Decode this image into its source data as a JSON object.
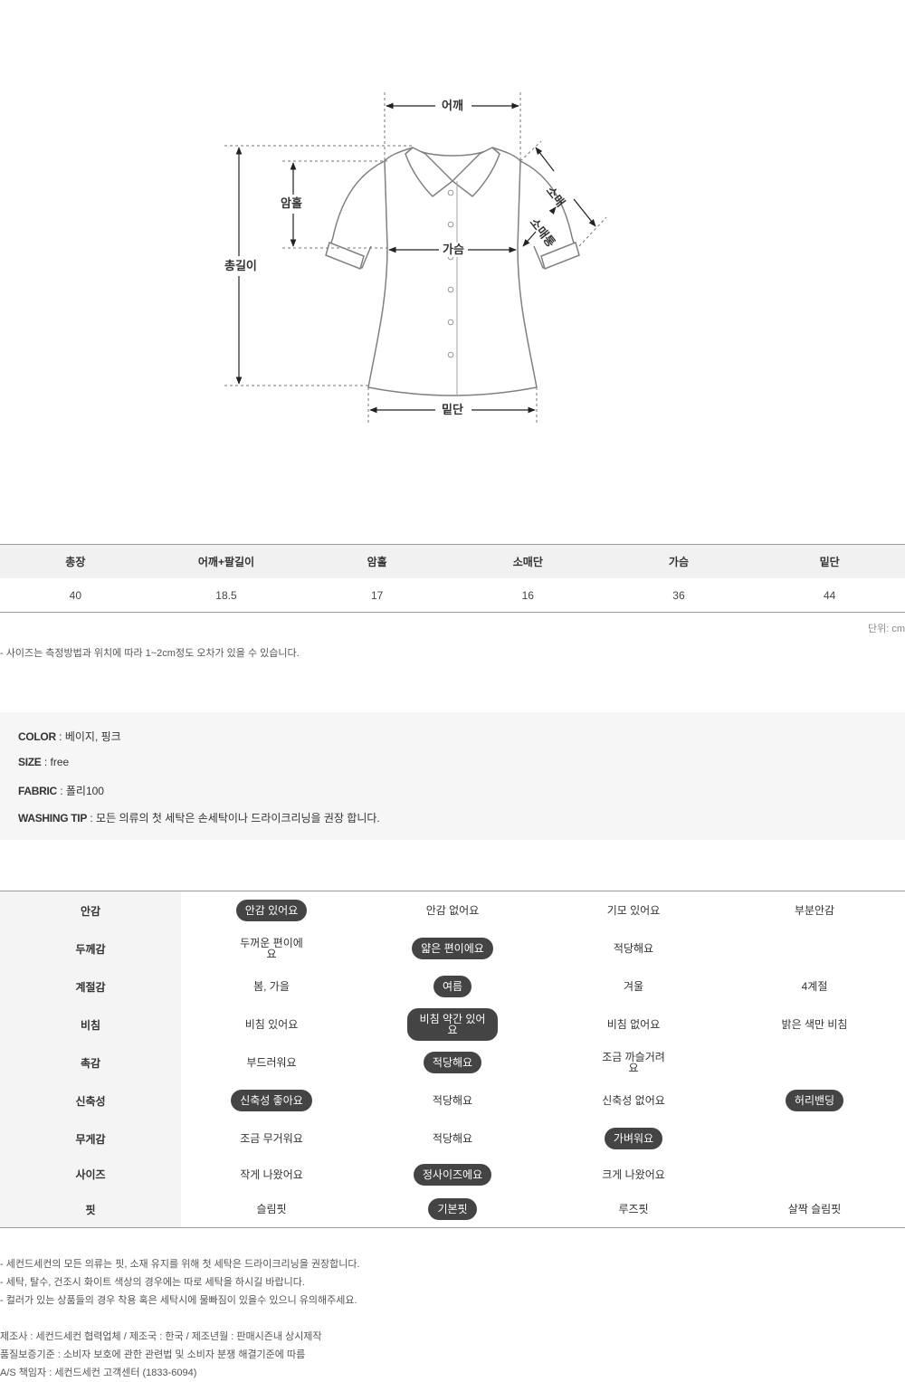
{
  "diagram": {
    "labels": {
      "shoulder": "어깨",
      "sleeve": "소매",
      "sleeve_width": "소매통",
      "armhole": "암홀",
      "chest": "가슴",
      "total_length": "총길이",
      "hem": "밑단"
    }
  },
  "size_table": {
    "headers": [
      "총장",
      "어깨+팔길이",
      "암홀",
      "소매단",
      "가슴",
      "밑단"
    ],
    "values": [
      "40",
      "18.5",
      "17",
      "16",
      "36",
      "44"
    ],
    "unit": "단위: cm",
    "note": "- 사이즈는 측정방법과 위치에 따라 1~2cm정도 오차가 있을 수 있습니다."
  },
  "info": {
    "color_key": "COLOR",
    "color_value": " : 베이지, 핑크",
    "size_key": "SIZE",
    "size_value": " : free",
    "fabric_key": "FABRIC",
    "fabric_value": " : 폴리100",
    "washing_key": "WASHING TIP",
    "washing_value": " : 모든 의류의 첫 세탁은 손세탁이나 드라이크리닝을 권장 합니다."
  },
  "properties": [
    {
      "label": "안감",
      "options": [
        {
          "text": "안감 있어요",
          "selected": true
        },
        {
          "text": "안감 없어요",
          "selected": false
        },
        {
          "text": "기모 있어요",
          "selected": false
        },
        {
          "text": "부분안감",
          "selected": false
        }
      ]
    },
    {
      "label": "두께감",
      "options": [
        {
          "text": "두꺼운 편이에요",
          "selected": false
        },
        {
          "text": "얇은 편이에요",
          "selected": true
        },
        {
          "text": "적당해요",
          "selected": false
        },
        {
          "text": "",
          "selected": false
        }
      ]
    },
    {
      "label": "계절감",
      "options": [
        {
          "text": "봄, 가을",
          "selected": false
        },
        {
          "text": "여름",
          "selected": true
        },
        {
          "text": "겨울",
          "selected": false
        },
        {
          "text": "4계절",
          "selected": false
        }
      ]
    },
    {
      "label": "비침",
      "options": [
        {
          "text": "비침 있어요",
          "selected": false
        },
        {
          "text": "비침 약간 있어요",
          "selected": true
        },
        {
          "text": "비침 없어요",
          "selected": false
        },
        {
          "text": "밝은 색만 비침",
          "selected": false
        }
      ]
    },
    {
      "label": "촉감",
      "options": [
        {
          "text": "부드러워요",
          "selected": false
        },
        {
          "text": "적당해요",
          "selected": true
        },
        {
          "text": "조금 까슬거려요",
          "selected": false
        },
        {
          "text": "",
          "selected": false
        }
      ]
    },
    {
      "label": "신축성",
      "options": [
        {
          "text": "신축성 좋아요",
          "selected": true
        },
        {
          "text": "적당해요",
          "selected": false
        },
        {
          "text": "신축성 없어요",
          "selected": false
        },
        {
          "text": "허리밴딩",
          "selected": true
        }
      ]
    },
    {
      "label": "무게감",
      "options": [
        {
          "text": "조금 무거워요",
          "selected": false
        },
        {
          "text": "적당해요",
          "selected": false
        },
        {
          "text": "가벼워요",
          "selected": true
        },
        {
          "text": "",
          "selected": false
        }
      ]
    },
    {
      "label": "사이즈",
      "options": [
        {
          "text": "작게 나왔어요",
          "selected": false
        },
        {
          "text": "정사이즈에요",
          "selected": true
        },
        {
          "text": "크게 나왔어요",
          "selected": false
        },
        {
          "text": "",
          "selected": false
        }
      ]
    },
    {
      "label": "핏",
      "options": [
        {
          "text": "슬림핏",
          "selected": false
        },
        {
          "text": "기본핏",
          "selected": true
        },
        {
          "text": "루즈핏",
          "selected": false
        },
        {
          "text": "살짝 슬림핏",
          "selected": false
        }
      ]
    }
  ],
  "notes": {
    "line1": "- 세컨드세컨의 모든 의류는 핏, 소재 유지를 위해 첫 세탁은 드라이크리닝을 권장합니다.",
    "line2": "- 세탁, 탈수, 건조시 화이트 색상의 경우에는 따로 세탁을 하시길 바랍니다.",
    "line3": "- 컬러가 있는 상품들의 경우 착용 혹은 세탁시에 물빠짐이 있을수 있으니 유의해주세요.",
    "line4": "제조사 : 세컨드세컨 협력업체 / 제조국 : 한국 / 제조년월 : 판매시즌내 상시제작",
    "line5": "품질보증기준 : 소비자 보호에 관한 관련법 및 소비자 분쟁 해결기준에 따름",
    "line6": "A/S 책임자 : 세컨드세컨 고객센터 (1833-6094)"
  }
}
